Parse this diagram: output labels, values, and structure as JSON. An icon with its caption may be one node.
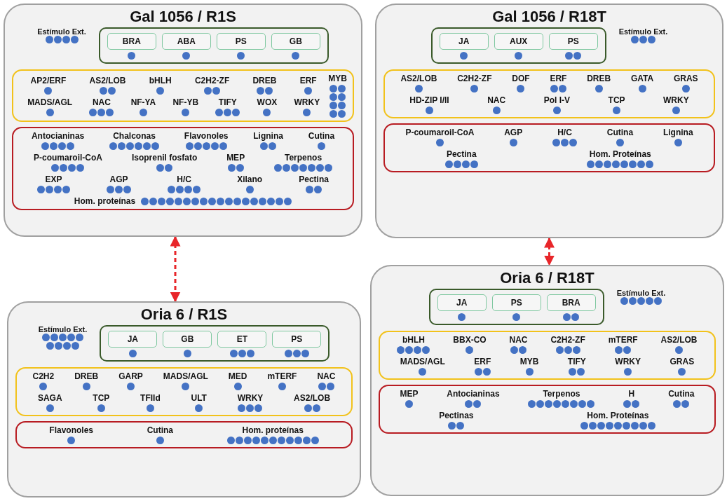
{
  "diagram": {
    "nodes": [
      {
        "text": [
          "Gal 1056 / R1S",
          "Estímulo Ext."
        ]
      },
      {
        "text": [],
        "shape": "box",
        "in": 0
      },
      {
        "text": [
          "BRA"
        ],
        "in": 1
      },
      {
        "text": [
          "ABA"
        ],
        "in": 1
      },
      {
        "text": [
          "PS"
        ],
        "in": 1
      },
      {
        "text": [
          "GB"
        ],
        "in": 1
      },
      {
        "text": [
          "AP2/ERF",
          "AS2/LOB",
          "bHLH",
          "C2H2-ZF",
          "DREB",
          "ERF",
          "MYB",
          "MADS/AGL",
          "NAC",
          "NF-YA",
          "NF-YB",
          "TIFY",
          "WOX",
          "WRKY"
        ],
        "in": 0
      },
      {
        "text": [
          "Antocianinas",
          "Chalconas",
          "Flavonoles",
          "Lignina",
          "Cutina",
          "P-coumaroil-CoA",
          "Isoprenil fosfato",
          "MEP",
          "Terpenos",
          "EXP",
          "AGP",
          "H/C",
          "Xilano",
          "Pectina",
          "Hom. proteínas"
        ],
        "in": 0
      },
      {
        "text": [
          "Gal 1056 / R18T",
          "Estímulo Ext."
        ]
      },
      {
        "text": [],
        "shape": "box",
        "in": 8
      },
      {
        "text": [
          "JA"
        ],
        "in": 9
      },
      {
        "text": [
          "AUX"
        ],
        "in": 9
      },
      {
        "text": [
          "PS"
        ],
        "in": 9
      },
      {
        "text": [
          "AS2/LOB",
          "C2H2-ZF",
          "DOF",
          "ERF",
          "DREB",
          "GATA",
          "GRAS",
          "HD-ZIP I/II",
          "NAC",
          "Pol I-V",
          "TCP",
          "WRKY"
        ],
        "in": 8
      },
      {
        "text": [
          "P-coumaroil-CoA",
          "AGP",
          "H/C",
          "Cutina",
          "Lignina",
          "Pectina",
          "Hom. Proteínas"
        ],
        "in": 8
      },
      {
        "text": [
          "Oria 6 / R1S",
          "Estímulo Ext."
        ]
      },
      {
        "text": [],
        "shape": "box",
        "in": 15
      },
      {
        "text": [
          "JA"
        ],
        "in": 16
      },
      {
        "text": [
          "GB"
        ],
        "in": 16
      },
      {
        "text": [
          "ET"
        ],
        "in": 16
      },
      {
        "text": [
          "PS"
        ],
        "in": 16
      },
      {
        "text": [
          "C2H2",
          "DREB",
          "GARP",
          "MADS/AGL",
          "MED",
          "mTERF",
          "NAC",
          "SAGA",
          "TCP",
          "TFIId",
          "ULT",
          "WRKY",
          "AS2/LOB"
        ],
        "in": 15
      },
      {
        "text": [
          "Flavonoles",
          "Cutina",
          "Hom. proteínas"
        ],
        "in": 15
      },
      {
        "text": [
          "Oria 6 / R18T",
          "Estímulo Ext."
        ]
      },
      {
        "text": [],
        "shape": "box",
        "in": 23
      },
      {
        "text": [
          "JA"
        ],
        "in": 24
      },
      {
        "text": [
          "PS"
        ],
        "in": 24
      },
      {
        "text": [
          "BRA"
        ],
        "in": 24
      },
      {
        "text": [
          "bHLH",
          "BBX-CO",
          "NAC",
          "C2H2-ZF",
          "mTERF",
          "AS2/LOB",
          "MADS/AGL",
          "ERF",
          "MYB",
          "TIFY",
          "WRKY",
          "GRAS"
        ],
        "in": 23
      },
      {
        "text": [
          "MEP",
          "Antocianinas",
          "Terpenos",
          "H",
          "Cutina",
          "Pectinas",
          "Hom. Proteínas"
        ],
        "in": 23
      }
    ],
    "edges": [
      {
        "from": 0,
        "to": 15,
        "arrow": "both",
        "style": "dashed",
        "color": "#e8262a"
      },
      {
        "from": 8,
        "to": 23,
        "arrow": "both",
        "style": "dashed",
        "color": "#e8262a"
      }
    ]
  }
}
